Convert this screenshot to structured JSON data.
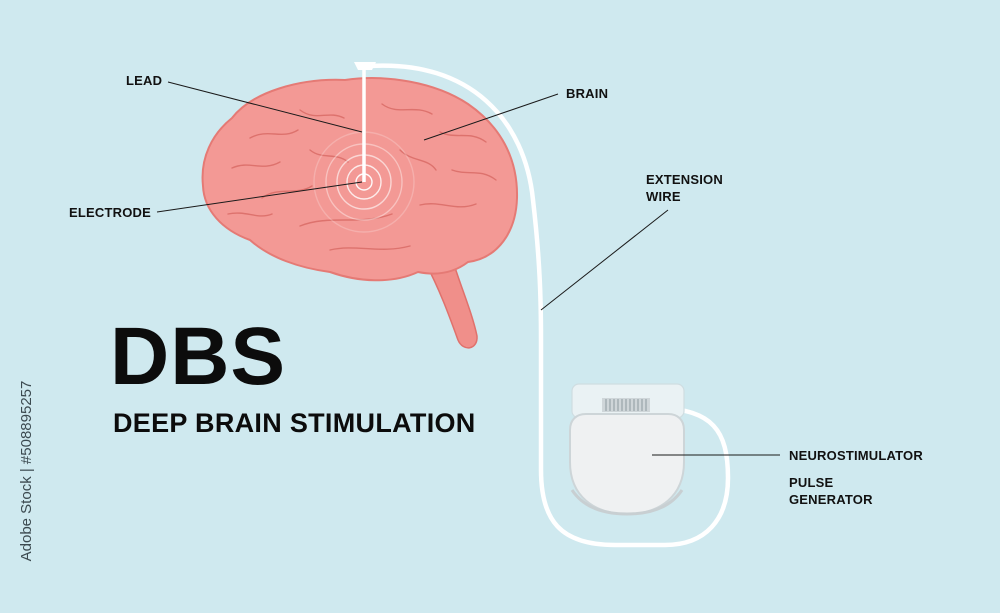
{
  "title": "DBS",
  "subtitle": "DEEP BRAIN STIMULATION",
  "labels": {
    "lead": "LEAD",
    "brain": "BRAIN",
    "electrode": "ELECTRODE",
    "extension_wire_line1": "EXTENSION",
    "extension_wire_line2": "WIRE",
    "neurostimulator": "NEUROSTIMULATOR",
    "pulse_generator_line1": "PULSE",
    "pulse_generator_line2": "GENERATOR"
  },
  "stock_id": "Adobe Stock | #508895257",
  "colors": {
    "background": "#cfe9ef",
    "brain": "#f08f8a",
    "wire": "#ffffff",
    "device": "#eef0f1",
    "text": "#111111"
  }
}
